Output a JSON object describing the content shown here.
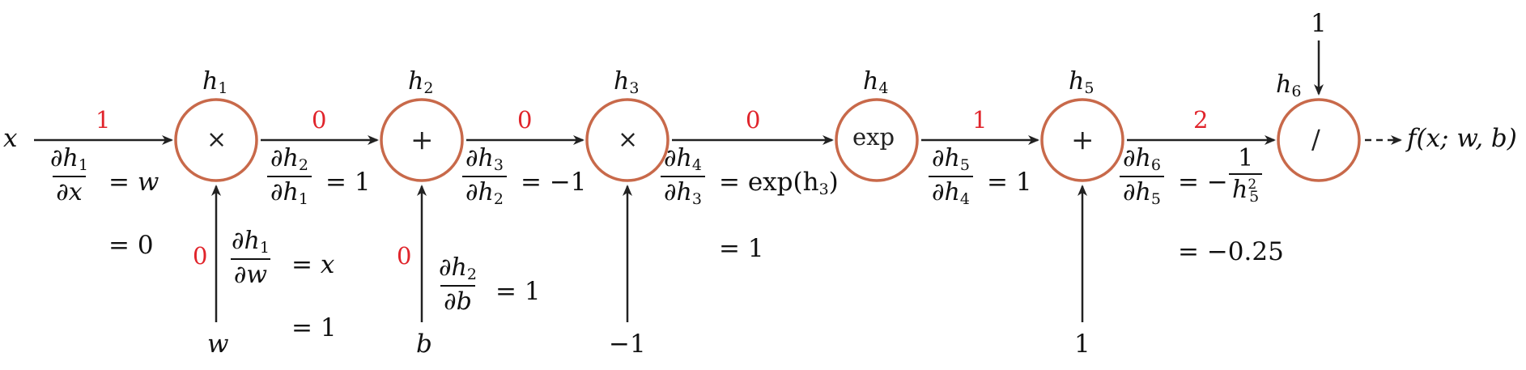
{
  "colors": {
    "node_stroke": "#c8694a",
    "edge": "#222222",
    "grad_value": "#e0242b"
  },
  "inputs": {
    "x": "x",
    "w": "w",
    "b": "b",
    "neg_one": "−1",
    "one_h5": "1",
    "one_h6": "1"
  },
  "output": {
    "label": "f(x; w, b)"
  },
  "nodes": [
    {
      "id": "h1",
      "label": "h",
      "sub": "1",
      "op": "×"
    },
    {
      "id": "h2",
      "label": "h",
      "sub": "2",
      "op": "+"
    },
    {
      "id": "h3",
      "label": "h",
      "sub": "3",
      "op": "×"
    },
    {
      "id": "h4",
      "label": "h",
      "sub": "4",
      "op": "exp"
    },
    {
      "id": "h5",
      "label": "h",
      "sub": "5",
      "op": "+"
    },
    {
      "id": "h6",
      "label": "h",
      "sub": "6",
      "op": "/"
    }
  ],
  "gradients": {
    "x_h1": "1",
    "h1_h2": "0",
    "h2_h3": "0",
    "h3_h4": "0",
    "h4_h5": "1",
    "h5_h6": "2",
    "w_h1": "0",
    "b_h2": "0"
  },
  "derivatives": {
    "dh1_dx": {
      "num": "∂h",
      "num_sub": "1",
      "den": "∂x",
      "rhs": "= w",
      "rhs2": "= 0"
    },
    "dh2_dh1": {
      "num": "∂h",
      "num_sub": "2",
      "den": "∂h",
      "den_sub": "1",
      "rhs": "= 1"
    },
    "dh1_dw": {
      "num": "∂h",
      "num_sub": "1",
      "den": "∂w",
      "rhs": "= x",
      "rhs2": "= 1"
    },
    "dh3_dh2": {
      "num": "∂h",
      "num_sub": "3",
      "den": "∂h",
      "den_sub": "2",
      "rhs": "= −1"
    },
    "dh2_db": {
      "num": "∂h",
      "num_sub": "2",
      "den": "∂b",
      "rhs": "= 1"
    },
    "dh4_dh3": {
      "num": "∂h",
      "num_sub": "4",
      "den": "∂h",
      "den_sub": "3",
      "rhs": "= exp(h",
      "rhs_sub": "3",
      "rhs_end": ")",
      "rhs2": "= 1"
    },
    "dh5_dh4": {
      "num": "∂h",
      "num_sub": "5",
      "den": "∂h",
      "den_sub": "4",
      "rhs": "= 1"
    },
    "dh6_dh5": {
      "num": "∂h",
      "num_sub": "6",
      "den": "∂h",
      "den_sub": "5",
      "rhs": "= −",
      "rhs_num": "1",
      "rhs_den": "h",
      "rhs_den_sub": "5",
      "rhs_den_sup": "2",
      "rhs2": "= −0.25"
    }
  }
}
